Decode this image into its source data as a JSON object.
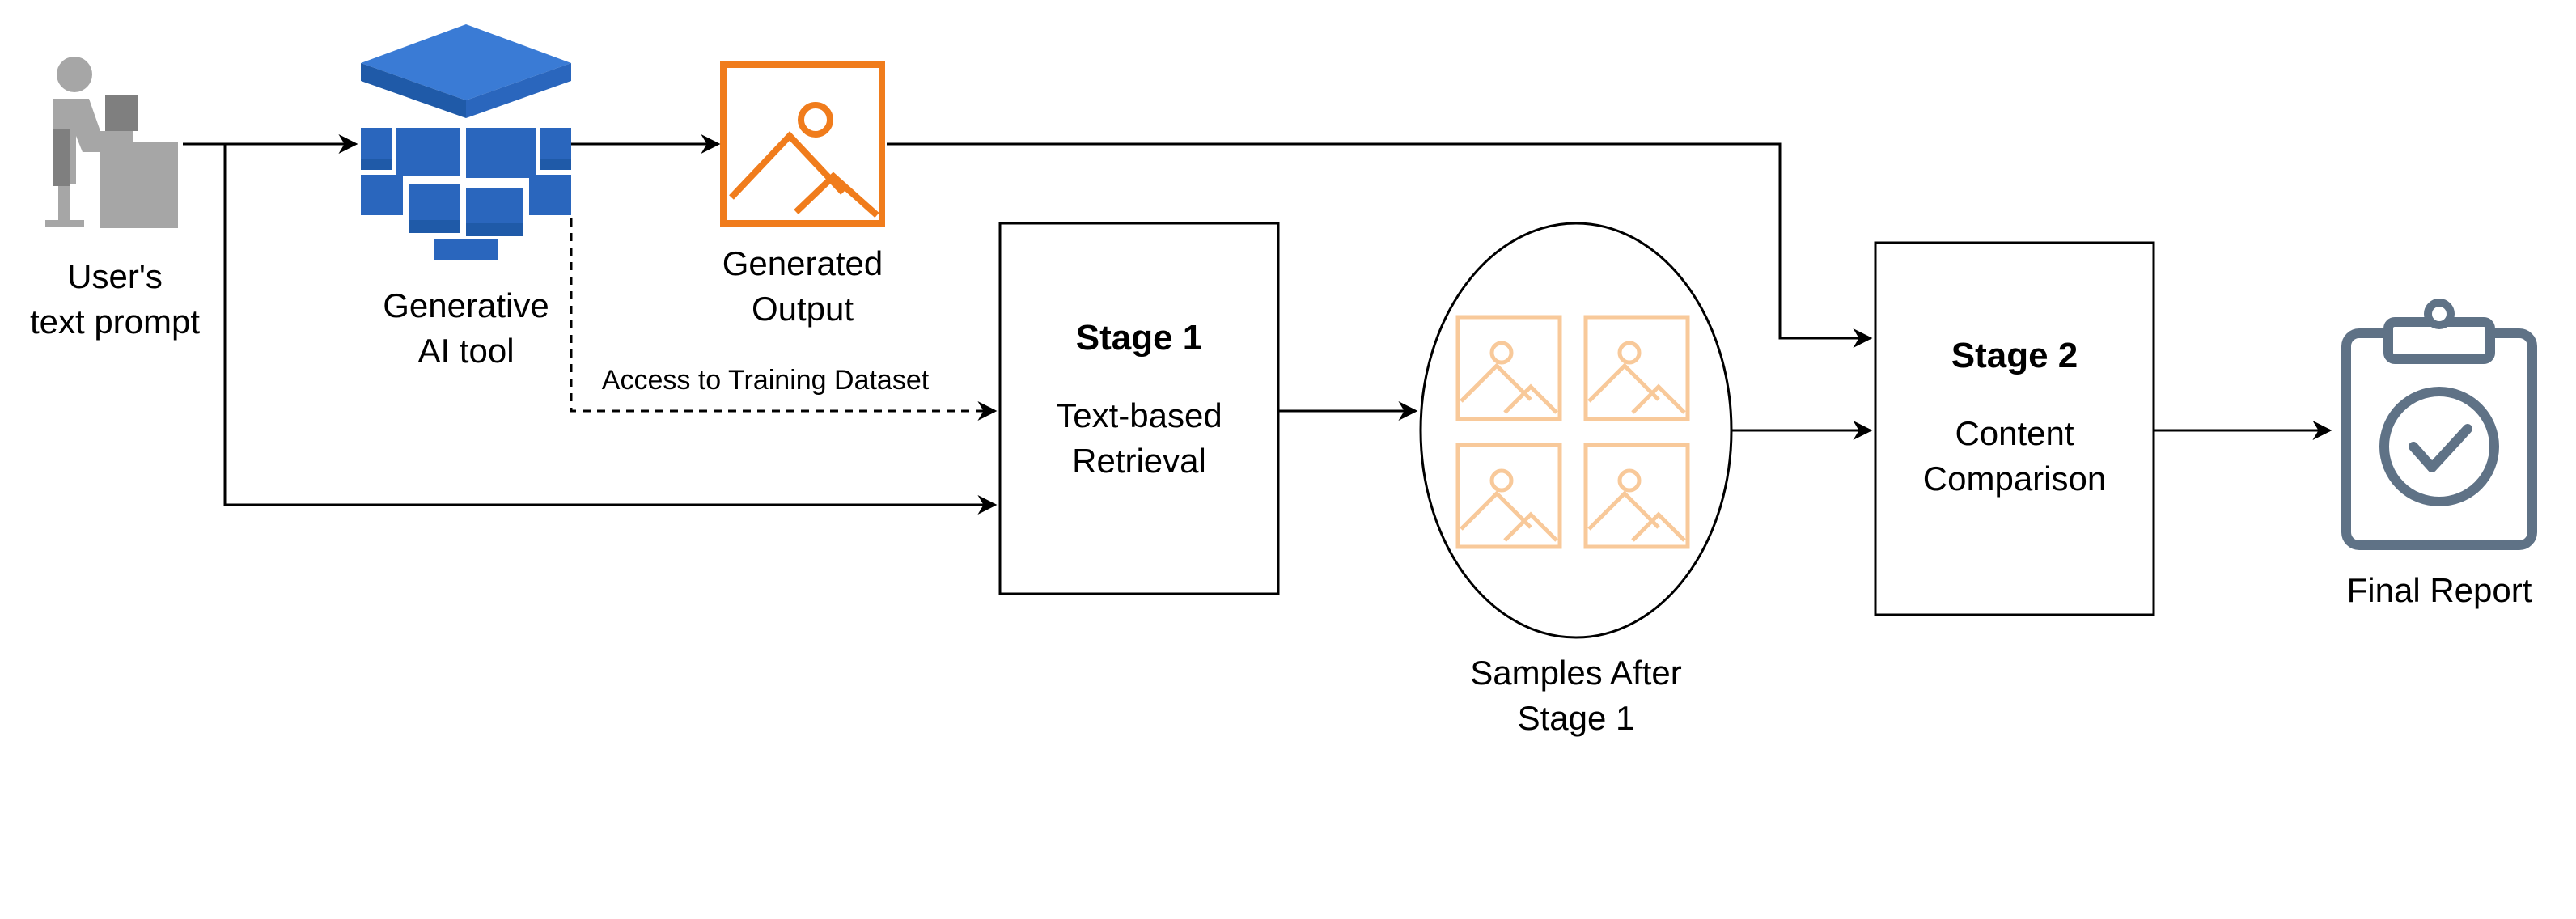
{
  "nodes": {
    "user": {
      "label_line1": "User's",
      "label_line2": "text prompt",
      "icon": "user-at-computer-icon"
    },
    "gen_ai": {
      "label_line1": "Generative",
      "label_line2": "AI tool",
      "icon": "generative-ai-cube-icon"
    },
    "gen_output": {
      "label_line1": "Generated",
      "label_line2": "Output",
      "icon": "image-icon"
    },
    "stage1": {
      "title": "Stage 1",
      "line1": "Text-based",
      "line2": "Retrieval"
    },
    "samples": {
      "label_line1": "Samples After",
      "label_line2": "Stage 1",
      "icon": "image-thumbnails-icon"
    },
    "stage2": {
      "title": "Stage 2",
      "line1": "Content",
      "line2": "Comparison"
    },
    "final_report": {
      "label": "Final Report",
      "icon": "clipboard-check-icon"
    }
  },
  "edges": {
    "dataset_access": {
      "label": "Access to Training Dataset",
      "style": "dashed"
    }
  },
  "colors": {
    "ai_blue_light": "#3a7bd5",
    "ai_blue_dark": "#1f5aa8",
    "output_orange": "#f07c1c",
    "sample_peach": "#f8c99a",
    "report_gray": "#5f7286",
    "user_gray": "#a6a6a6"
  }
}
